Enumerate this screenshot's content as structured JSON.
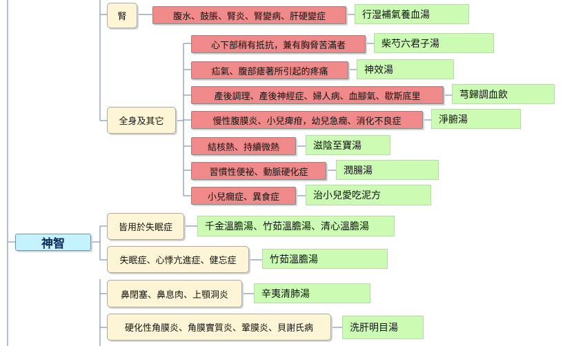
{
  "root": {
    "label": "神智"
  },
  "top_branch": {
    "category": "腎",
    "symptom": "腹水、鼓脹、腎炎、腎變病、肝硬變症",
    "remedy": "行湿補氣養血湯"
  },
  "whole_body": {
    "category": "全身及其它",
    "items": [
      {
        "symptom": "心下部稍有抵抗，兼有胸脅苦滿者",
        "remedy": "柴芍六君子湯"
      },
      {
        "symptom": "疝氣、腹部瘧著所引起的疼痛",
        "remedy": "神效湯"
      },
      {
        "symptom": "產後調理、產後神經症、婦人病、血腳氣、歇斯底里",
        "remedy": "芎歸調血飲"
      },
      {
        "symptom": "慢性腹膜炎、小兒痺疳，幼兒急癇、消化不良症",
        "remedy": "淨腑湯"
      },
      {
        "symptom": "結核熱、持續微熱",
        "remedy": "滋陰至寶湯"
      },
      {
        "symptom": "習慣性便祕、動脈硬化症",
        "remedy": "潤腸湯"
      },
      {
        "symptom": "小兒癇症、異食症",
        "remedy": "治小兒愛吃泥方"
      }
    ]
  },
  "mind": {
    "items": [
      {
        "category": "皆用於失眠症",
        "remedy": "千金溫膽湯、竹茹溫膽湯、清心溫膽湯"
      },
      {
        "category": "失眠症、心悸亢進症、健忘症",
        "remedy": "竹茹溫膽湯"
      }
    ]
  },
  "lower": {
    "items": [
      {
        "category": "鼻閉塞、鼻息肉、上顎洞炎",
        "remedy": "辛夷清肺湯"
      },
      {
        "category": "硬化性角膜炎、角膜實質炎、鞏膜炎、貝謝氏病",
        "remedy": "洗肝明目湯"
      }
    ]
  },
  "colors": {
    "category_fill": "#fdf5d5",
    "symptom_fill": "#f08a8a",
    "remedy_fill": "#ccfbb4",
    "root_fill": "#c4f3fd",
    "connector": "#7f94b5"
  }
}
